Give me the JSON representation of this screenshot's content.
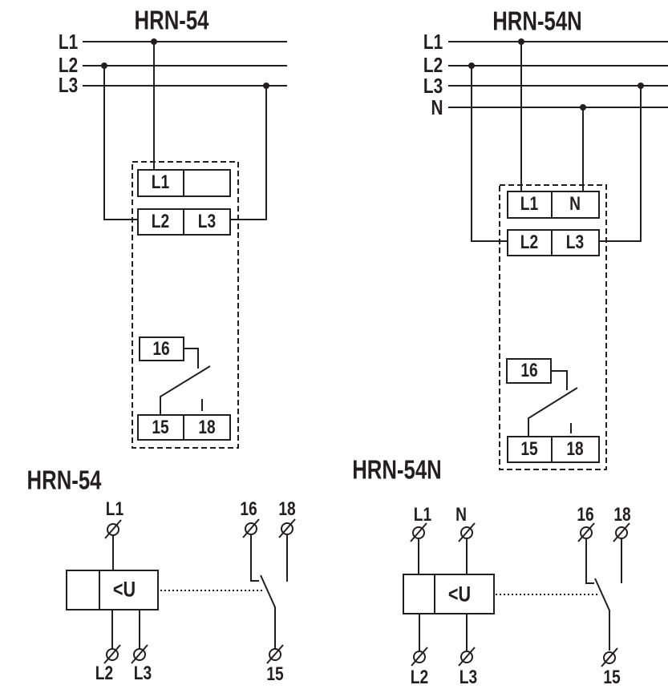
{
  "colors": {
    "ink": "#231f20",
    "paper": "#ffffff"
  },
  "wiring_hrn54": {
    "title": "HRN-54",
    "phases": [
      "L1",
      "L2",
      "L3"
    ],
    "terminal_row1": [
      "L1"
    ],
    "terminal_row2": [
      "L2",
      "L3"
    ],
    "contact_feed": "16",
    "contact_row": [
      "15",
      "18"
    ]
  },
  "wiring_hrn54n": {
    "title": "HRN-54N",
    "phases": [
      "L1",
      "L2",
      "L3",
      "N"
    ],
    "terminal_row1": [
      "L1",
      "N"
    ],
    "terminal_row2": [
      "L2",
      "L3"
    ],
    "contact_feed": "16",
    "contact_row": [
      "15",
      "18"
    ]
  },
  "schematic_hrn54": {
    "title": "HRN-54",
    "top_terminals": [
      "L1"
    ],
    "function_label": "<U",
    "output_terminals_top": [
      "16",
      "18"
    ],
    "bottom_terminals": [
      "L2",
      "L3"
    ],
    "output_terminal_bottom": "15"
  },
  "schematic_hrn54n": {
    "title": "HRN-54N",
    "top_terminals": [
      "L1",
      "N"
    ],
    "function_label": "<U",
    "output_terminals_top": [
      "16",
      "18"
    ],
    "bottom_terminals": [
      "L2",
      "L3"
    ],
    "output_terminal_bottom": "15"
  }
}
